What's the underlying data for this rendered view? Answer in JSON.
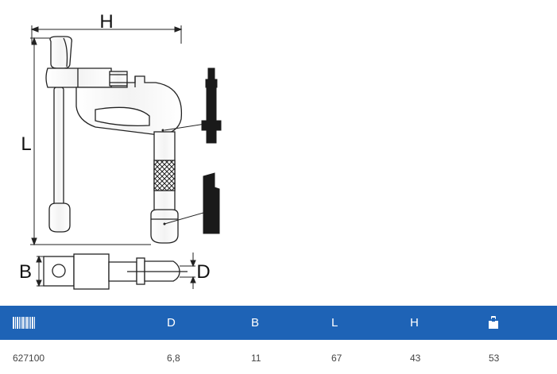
{
  "drawing": {
    "labels": {
      "H": "H",
      "L": "L",
      "B": "B",
      "D": "D"
    }
  },
  "table": {
    "header": {
      "article_icon": "barcode-icon",
      "D": "D",
      "B": "B",
      "L": "L",
      "H": "H",
      "weight_icon": "weight-icon"
    },
    "rows": [
      {
        "article": "627100",
        "D": "6,8",
        "B": "11",
        "L": "67",
        "H": "43",
        "weight": "53"
      }
    ]
  },
  "colors": {
    "header_bg": "#1e63b6",
    "header_text": "#ffffff",
    "line": "#222222"
  }
}
